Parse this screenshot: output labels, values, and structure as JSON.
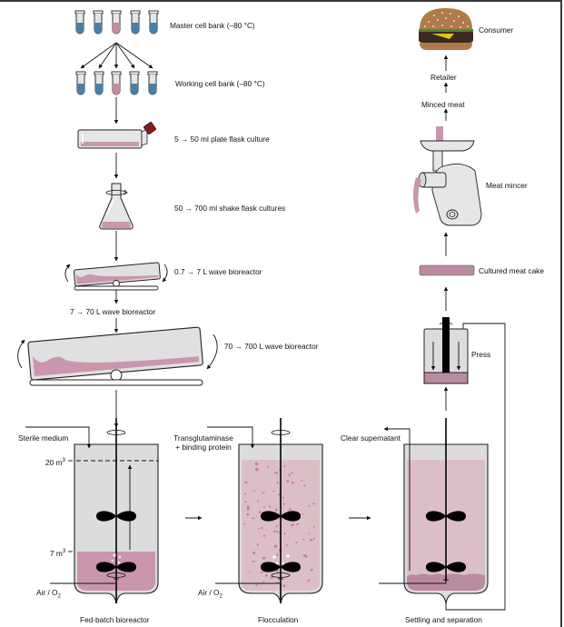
{
  "colors": {
    "cell_blue": "#4a7fa8",
    "cell_pink": "#c68aa2",
    "culture_pink": "#c996ae",
    "flocc_pink": "#dcbfc6",
    "sediment": "#b98aa0",
    "vessel_grey": "#dcdcdc",
    "outline": "#222222",
    "frame": "#3a3a3a"
  },
  "upstream": {
    "master_cell_bank": "Master cell bank (–80 °C)",
    "working_cell_bank": "Working cell bank (–80 °C)",
    "plate_flask": "5 → 50 ml plate flask culture",
    "shake_flask": "50 → 700 ml shake flask cultures",
    "wave_small": "0.7 → 7 L wave bioreactor",
    "wave_medium": "7 → 70 L wave bioreactor",
    "wave_large": "70 → 700 L wave bioreactor"
  },
  "tanks": {
    "fed_batch": {
      "title": "Fed-batch bioreactor",
      "input": "Sterile medium",
      "level_high": "20 m",
      "level_low": "7 m",
      "exp": "3",
      "gas": "Air / O",
      "gas_sub": "2"
    },
    "flocculation": {
      "title": "Flocculation",
      "input_line1": "Transglutaminase",
      "input_line2": "+ binding protein",
      "gas": "Air / O",
      "gas_sub": "2"
    },
    "settling": {
      "title": "Settling and separation",
      "output": "Clear supernatant"
    }
  },
  "downstream": {
    "press": "Press",
    "meat_cake": "Cultured meat cake",
    "mincer": "Meat mincer",
    "minced": "Minced meat",
    "retailer": "Retailer",
    "consumer": "Consumer"
  }
}
